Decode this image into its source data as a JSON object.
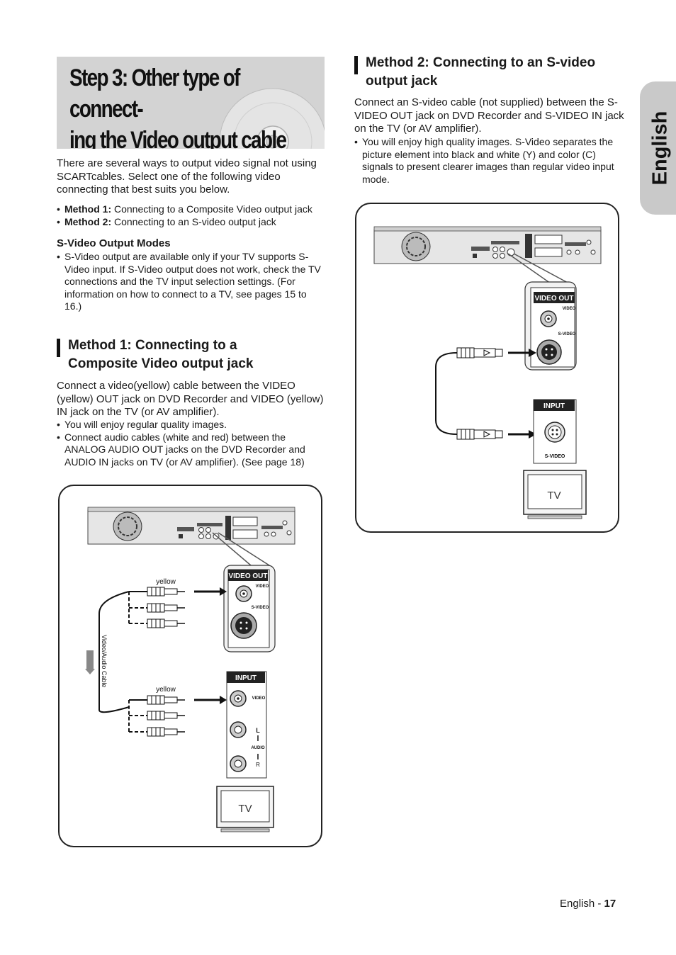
{
  "page": {
    "title_line1": "Step 3: Other type of connect-",
    "title_line2": "ing the Video output cable",
    "side_tab": "English",
    "footer_label": "English - ",
    "footer_page": "17"
  },
  "intro": {
    "text": "There are several ways to output video signal not using SCARTcables. Select one of the following video connecting that best suits you below.",
    "methods": [
      {
        "label": "Method 1:",
        "text": " Connecting to a Composite Video output jack"
      },
      {
        "label": "Method 2:",
        "text": " Connecting to an S-video output jack"
      }
    ]
  },
  "svideo_modes": {
    "heading": "S-Video Output Modes",
    "bullet": "S-Video output are available only if your TV supports S-Video input. If S-Video output does not work, check the TV connections and the TV input selection settings. (For information on how to connect to a TV, see pages 15 to 16.)"
  },
  "method1": {
    "heading_line1": "Method 1: Connecting to a",
    "heading_line2": "Composite Video output jack",
    "text": "Connect a video(yellow) cable between the VIDEO (yellow) OUT jack on DVD Recorder and VIDEO (yellow) IN jack on the TV (or AV amplifier).",
    "bullets": [
      "You will enjoy regular quality images.",
      "Connect audio cables (white and red) between the ANALOG AUDIO OUT jacks on the DVD Recorder and AUDIO IN jacks on TV (or AV amplifier). (See page 18)"
    ]
  },
  "method2": {
    "heading_line1": "Method 2: Connecting to an S-video",
    "heading_line2": "output jack",
    "text": "Connect an S-video cable (not supplied) between the S-VIDEO OUT jack on DVD Recorder and S-VIDEO IN jack on the TV (or AV amplifier).",
    "bullets": [
      "You will enjoy high quality images. S-Video separates the picture element into black and white (Y) and color (C) signals to present clearer images than regular video input mode."
    ]
  },
  "diagram1": {
    "video_out": "VIDEO OUT",
    "video": "VIDEO",
    "svideo": "S-VIDEO",
    "input": "INPUT",
    "input_video": "VIDEO",
    "audio": "AUDIO",
    "l": "L",
    "r": "R",
    "yellow_top": "yellow",
    "yellow_bottom": "yellow",
    "cable_label": "Video/Audio Cable",
    "tv": "TV"
  },
  "diagram2": {
    "video_out": "VIDEO OUT",
    "video": "VIDEO",
    "svideo": "S-VIDEO",
    "input": "INPUT",
    "input_svideo": "S-VIDEO",
    "tv": "TV"
  }
}
